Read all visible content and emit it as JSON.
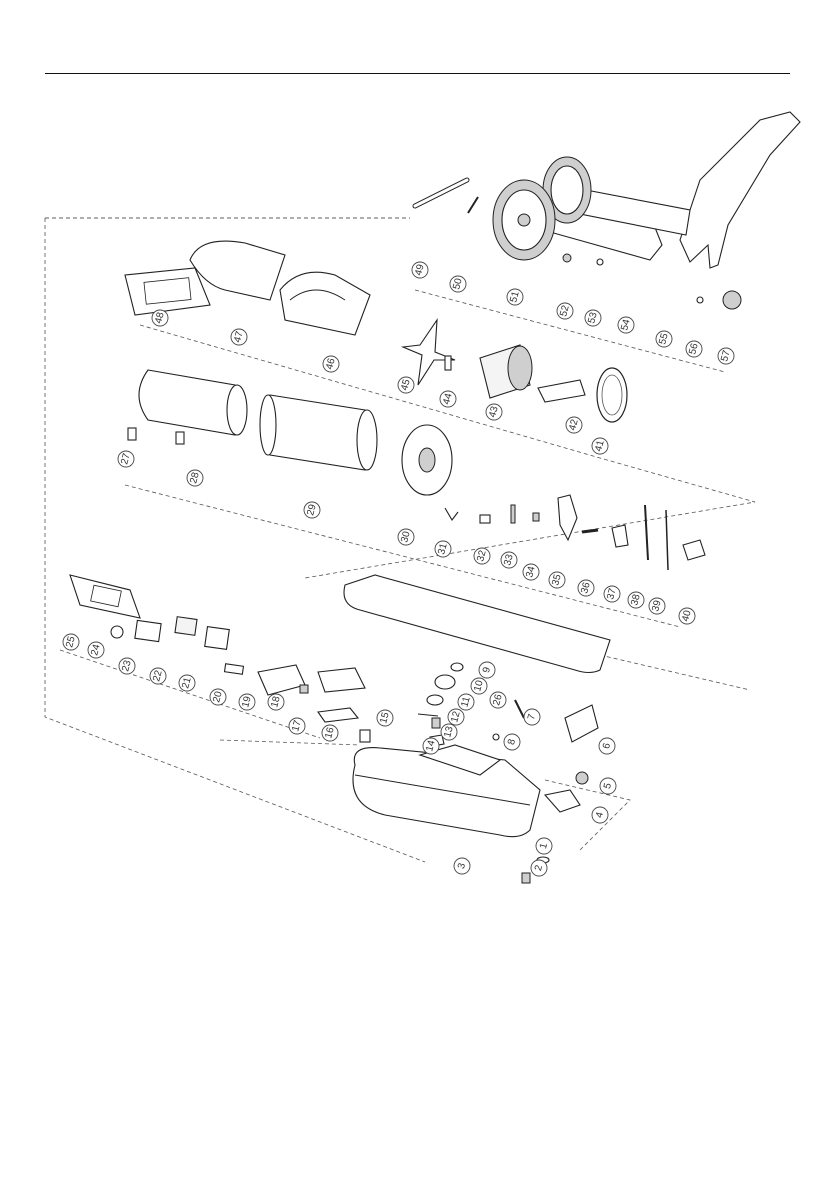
{
  "document": {
    "type": "exploded parts diagram",
    "footer_text": ""
  },
  "callouts": [
    "1",
    "2",
    "3",
    "4",
    "5",
    "6",
    "7",
    "8",
    "9",
    "10",
    "11",
    "12",
    "13",
    "14",
    "15",
    "16",
    "17",
    "18",
    "19",
    "20",
    "21",
    "22",
    "23",
    "24",
    "25",
    "26",
    "27",
    "28",
    "29",
    "30",
    "31",
    "32",
    "33",
    "34",
    "35",
    "36",
    "37",
    "38",
    "39",
    "40",
    "41",
    "42",
    "43",
    "44",
    "45",
    "46",
    "47",
    "48",
    "49",
    "50",
    "51",
    "52",
    "53",
    "54",
    "55",
    "56",
    "57"
  ]
}
